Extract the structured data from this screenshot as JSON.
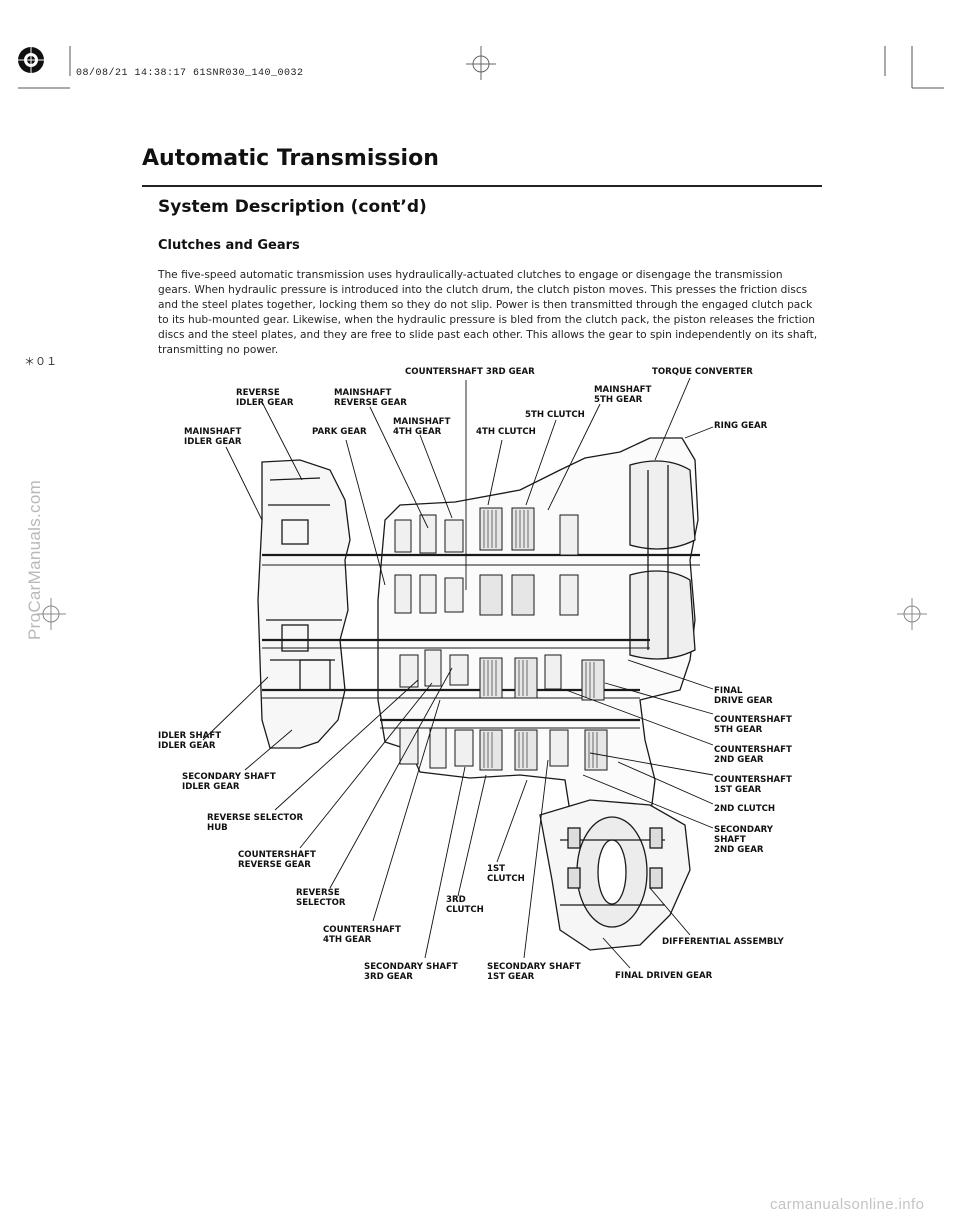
{
  "print_stamp": "08/08/21 14:38:17 61SNR030_140_0032",
  "page_marker": "＊０１",
  "header": {
    "title": "Automatic Transmission",
    "section": "System Description (cont’d)",
    "subsection": "Clutches and Gears"
  },
  "body_text": "The five-speed automatic transmission uses hydraulically-actuated clutches to engage or disengage the transmission gears. When hydraulic pressure is introduced into the clutch drum, the clutch piston moves. This presses the friction discs and the steel plates together, locking them so they do not slip. Power is then transmitted through the engaged clutch pack to its hub-mounted gear. Likewise, when the hydraulic pressure is bled from the clutch pack, the piston releases the friction discs and the steel plates, and they are free to slide past each other. This allows the gear to spin independently on its shaft, transmitting no power.",
  "diagram_labels": {
    "countershaft_3rd_gear": "COUNTERSHAFT 3RD GEAR",
    "torque_converter": "TORQUE CONVERTER",
    "reverse_idler_gear": "REVERSE\nIDLER GEAR",
    "mainshaft_reverse_gear": "MAINSHAFT\nREVERSE GEAR",
    "mainshaft_5th_gear": "MAINSHAFT\n5TH GEAR",
    "fifth_clutch": "5TH CLUTCH",
    "mainshaft_4th_gear": "MAINSHAFT\n4TH GEAR",
    "mainshaft_idler_gear": "MAINSHAFT\nIDLER GEAR",
    "park_gear": "PARK GEAR",
    "fourth_clutch": "4TH CLUTCH",
    "ring_gear": "RING GEAR",
    "final_drive_gear": "FINAL\nDRIVE GEAR",
    "countershaft_5th_gear": "COUNTERSHAFT\n5TH GEAR",
    "idler_shaft_idler_gear": "IDLER SHAFT\nIDLER GEAR",
    "countershaft_2nd_gear": "COUNTERSHAFT\n2ND GEAR",
    "secondary_shaft_idler_gear": "SECONDARY SHAFT\nIDLER GEAR",
    "countershaft_1st_gear": "COUNTERSHAFT\n1ST GEAR",
    "second_clutch": "2ND CLUTCH",
    "reverse_selector_hub": "REVERSE SELECTOR\nHUB",
    "secondary_shaft_2nd_gear": "SECONDARY\nSHAFT\n2ND GEAR",
    "countershaft_reverse_gear": "COUNTERSHAFT\nREVERSE GEAR",
    "first_clutch": "1ST\nCLUTCH",
    "reverse_selector": "REVERSE\nSELECTOR",
    "third_clutch": "3RD\nCLUTCH",
    "countershaft_4th_gear": "COUNTERSHAFT\n4TH GEAR",
    "differential_assembly": "DIFFERENTIAL ASSEMBLY",
    "secondary_shaft_3rd_gear": "SECONDARY SHAFT\n3RD GEAR",
    "secondary_shaft_1st_gear": "SECONDARY SHAFT\n1ST GEAR",
    "final_driven_gear": "FINAL DRIVEN GEAR"
  },
  "watermarks": {
    "side": "ProCarManuals.com",
    "footer": "carmanualsonline.info"
  }
}
